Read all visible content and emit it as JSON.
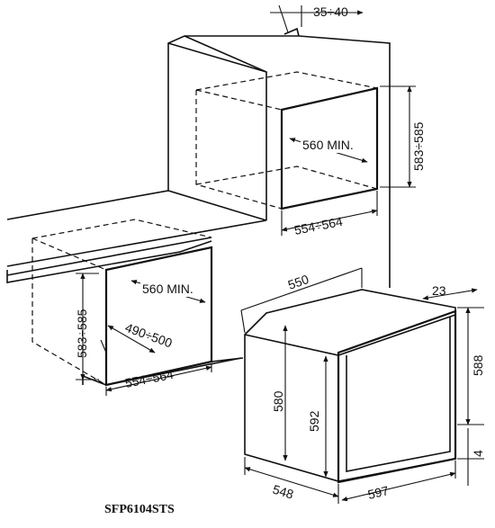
{
  "colors": {
    "line": "#111111",
    "background": "#ffffff"
  },
  "labels": {
    "top_gap": "35÷40",
    "upper_depth": "560 MIN.",
    "upper_height": "583÷585",
    "upper_width": "554÷564",
    "lower_depth": "560 MIN.",
    "lower_height": "583÷585",
    "lower_inner": "490÷500",
    "lower_width": "554÷564",
    "oven_top_depth": "550",
    "oven_front_offset": "23",
    "oven_total_height": "588",
    "oven_body_height": "580",
    "oven_inner_height": "592",
    "oven_bottom_gap": "4",
    "oven_depth": "548",
    "oven_width": "597",
    "model": "SFP6104STS"
  }
}
